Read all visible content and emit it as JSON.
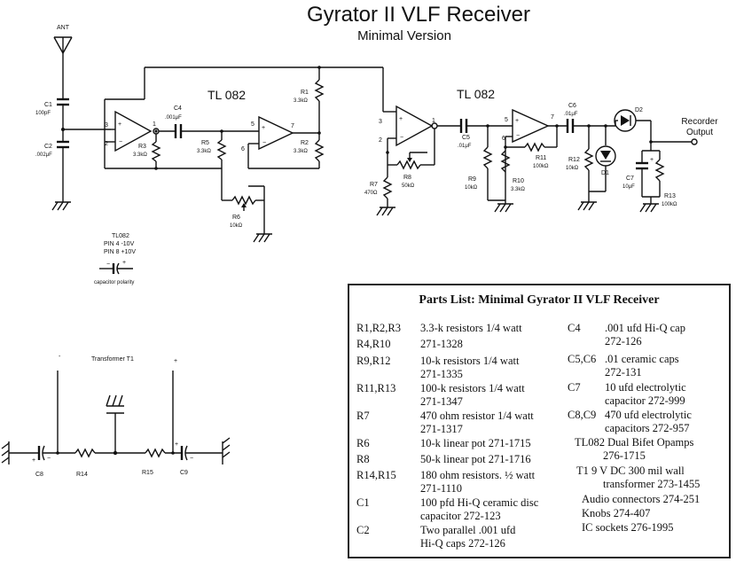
{
  "title": "Gyrator II VLF Receiver",
  "subtitle": "Minimal Version",
  "schematic": {
    "antenna_label": "ANT",
    "opamp_label_1": "TL 082",
    "opamp_label_2": "TL 082",
    "output_label_line1": "Recorder",
    "output_label_line2": "Output",
    "notes": {
      "chip": "TL082",
      "pin4": "PIN 4  -10V",
      "pin8": "PIN 8  +10V",
      "cap_polarity": "capacitor polarity"
    },
    "components": {
      "c1": {
        "ref": "C1",
        "value": "100pF"
      },
      "c2": {
        "ref": "C2",
        "value": ".002μF"
      },
      "c4": {
        "ref": "C4",
        "value": ".001μF"
      },
      "c5": {
        "ref": "C5",
        "value": ".01μF"
      },
      "c6": {
        "ref": "C6",
        "value": ".01μF"
      },
      "c7": {
        "ref": "C7",
        "value": "10μF"
      },
      "r1": {
        "ref": "R1",
        "value": "3.3kΩ"
      },
      "r2": {
        "ref": "R2",
        "value": "3.3kΩ"
      },
      "r3": {
        "ref": "R3",
        "value": "3.3kΩ"
      },
      "r5": {
        "ref": "R5",
        "value": "3.3kΩ"
      },
      "r6": {
        "ref": "R6",
        "value": "10kΩ"
      },
      "r7": {
        "ref": "R7",
        "value": "470Ω"
      },
      "r8": {
        "ref": "R8",
        "value": "50kΩ"
      },
      "r9": {
        "ref": "R9",
        "value": "10kΩ"
      },
      "r10": {
        "ref": "R10",
        "value": "3.3kΩ"
      },
      "r11": {
        "ref": "R11",
        "value": "100kΩ"
      },
      "r12": {
        "ref": "R12",
        "value": "10kΩ"
      },
      "r13": {
        "ref": "R13",
        "value": "100kΩ"
      },
      "d1": {
        "ref": "D1"
      },
      "d2": {
        "ref": "D2"
      }
    },
    "pins": {
      "p1": "1",
      "p2": "2",
      "p3": "3",
      "p5": "5",
      "p6": "6",
      "p7": "7"
    },
    "transformer": {
      "label": "Transformer T1",
      "plus": "+",
      "minus": "-",
      "c8": "C8",
      "r14": "R14",
      "r15": "R15",
      "c9": "C9"
    }
  },
  "parts_list": {
    "title": "Parts List: Minimal Gyrator II VLF Receiver",
    "left_items": [
      {
        "ref": "R1,R2,R3",
        "desc": "3.3-k resistors 1/4 watt",
        "num": ""
      },
      {
        "ref": "R4,R10",
        "desc": "271-1328",
        "num": ""
      },
      {
        "ref": "R9,R12",
        "desc": "10-k resistors 1/4 watt",
        "num": "271-1335"
      },
      {
        "ref": "R11,R13",
        "desc": "100-k resistors 1/4 watt",
        "num": "271-1347"
      },
      {
        "ref": "R7",
        "desc": "470 ohm resistor 1/4 watt",
        "num": "271-1317"
      },
      {
        "ref": "R6",
        "desc": "10-k linear pot 271-1715",
        "num": ""
      },
      {
        "ref": "R8",
        "desc": "50-k linear pot 271-1716",
        "num": ""
      },
      {
        "ref": "R14,R15",
        "desc": "180 ohm resistors. ½ watt",
        "num": "271-1110"
      },
      {
        "ref": "C1",
        "desc": "100 pfd Hi-Q ceramic disc",
        "num": "capacitor 272-123"
      },
      {
        "ref": "C2",
        "desc": "Two parallel .001 ufd",
        "num": "Hi-Q caps 272-126"
      }
    ],
    "right_items": [
      {
        "ref": "C4",
        "desc": ".001 ufd Hi-Q cap",
        "num": "272-126"
      },
      {
        "ref": "C5,C6",
        "desc": ".01 ceramic caps",
        "num": "272-131"
      },
      {
        "ref": "C7",
        "desc": "10 ufd electrolytic",
        "num": "capacitor 272-999"
      },
      {
        "ref": "C8,C9",
        "desc": "470 ufd electrolytic",
        "num": "capacitors 272-957"
      }
    ],
    "right_lines": [
      "TL082 Dual Bifet Opamps",
      "276-1715",
      "T1   9 V DC 300 mil wall",
      "transformer 273-1455",
      "Audio connectors 274-251",
      "Knobs 274-407",
      "IC sockets 276-1995"
    ]
  }
}
